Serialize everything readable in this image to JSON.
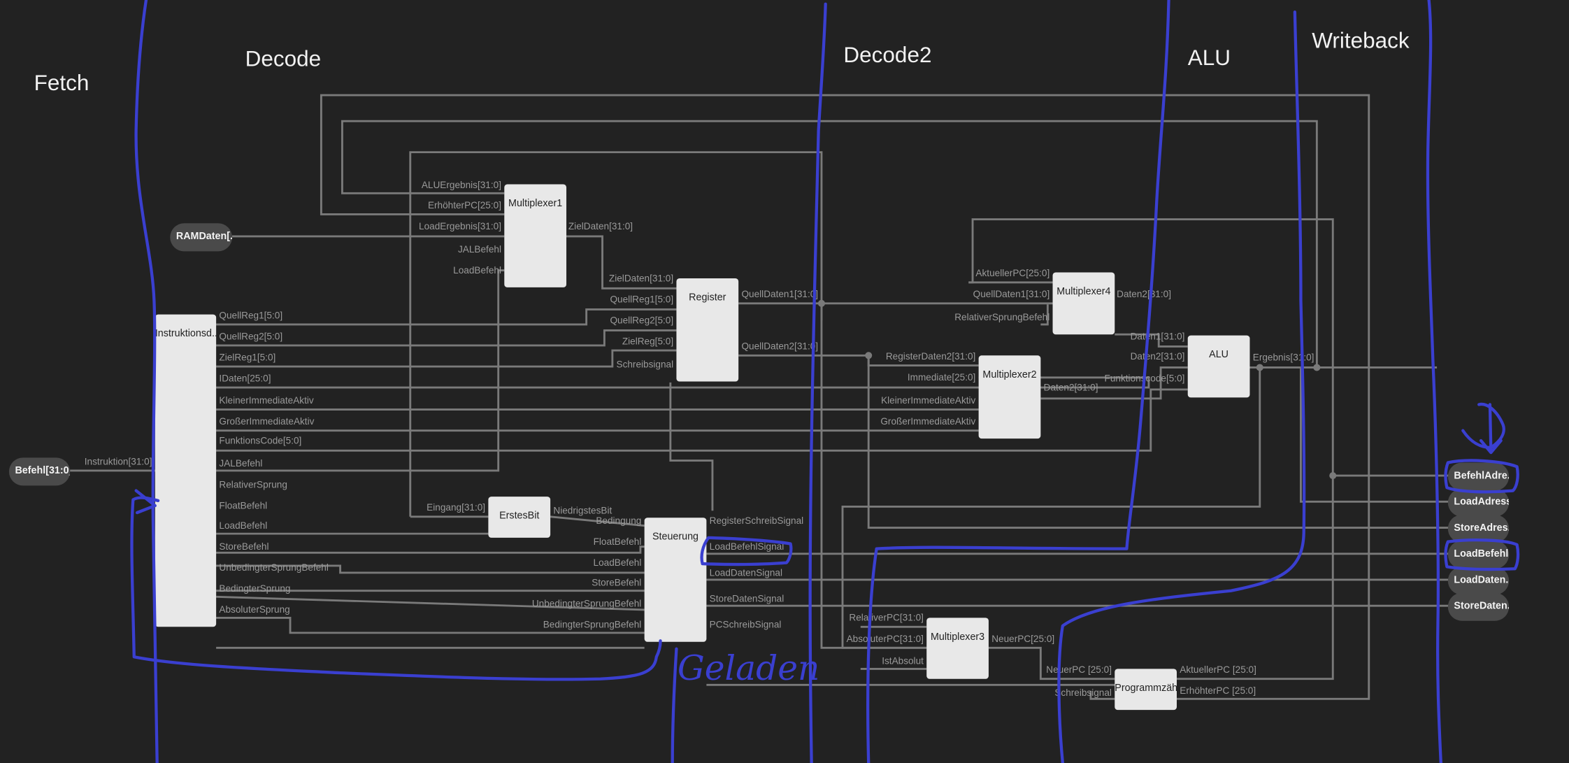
{
  "stages": {
    "fetch": "Fetch",
    "decode": "Decode",
    "decode2": "Decode2",
    "alu": "ALU",
    "writeback": "Writeback"
  },
  "pins": {
    "befehl": "Befehl[31:0]",
    "ramdaten": "RAMDaten[...",
    "befehladresse": "BefehlAdre...",
    "loadadresse": "LoadAdress...",
    "storeadresse": "StoreAdres...",
    "loadbefehl": "LoadBefehl...",
    "loaddaten": "LoadDaten...",
    "storedaten": "StoreDaten..."
  },
  "blocks": {
    "instruktion": {
      "title": "Instruktionsd...",
      "in_instruktion": "Instruktion[31:0]",
      "out": [
        "QuellReg1[5:0]",
        "QuellReg2[5:0]",
        "ZielReg1[5:0]",
        "IDaten[25:0]",
        "KleinerImmediateAktiv",
        "GroßerImmediateAktiv",
        "FunktionsCode[5:0]",
        "JALBefehl",
        "RelativerSprung",
        "FloatBefehl",
        "LoadBefehl",
        "StoreBefehl",
        "UnbedingterSprungBefehl",
        "BedingterSprung",
        "AbsoluterSprung"
      ]
    },
    "multiplexer1": {
      "title": "Multiplexer1",
      "in": [
        "ALUErgebnis[31:0]",
        "ErhöhterPC[25:0]",
        "LoadErgebnis[31:0]",
        "JALBefehl",
        "LoadBefehl"
      ],
      "out": "ZielDaten[31:0]"
    },
    "register": {
      "title": "Register",
      "in": [
        "ZielDaten[31:0]",
        "QuellReg1[5:0]",
        "QuellReg2[5:0]",
        "ZielReg[5:0]",
        "Schreibsignal"
      ],
      "out1": "QuellDaten1[31:0]",
      "out2": "QuellDaten2[31:0]"
    },
    "erstesbit": {
      "title": "ErstesBit",
      "in": "Eingang[31:0]",
      "out": "NiedrigstesBit"
    },
    "steuerung": {
      "title": "Steuerung",
      "in": [
        "Bedingung",
        "FloatBefehl",
        "LoadBefehl",
        "StoreBefehl",
        "UnbedingterSprungBefehl",
        "BedingterSprungBefehl"
      ],
      "out": [
        "RegisterSchreibSignal",
        "LoadBefehlSignal",
        "LoadDatenSignal",
        "StoreDatenSignal",
        "PCSchreibSignal"
      ]
    },
    "multiplexer4": {
      "title": "Multiplexer4",
      "in": [
        "AktuellerPC[25:0]",
        "QuellDaten1[31:0]",
        "RelativerSprungBefehl"
      ],
      "out": "Daten2[31:0]"
    },
    "multiplexer2": {
      "title": "Multiplexer2",
      "in": [
        "RegisterDaten2[31:0]",
        "Immediate[25:0]",
        "KleinerImmediateAktiv",
        "GroßerImmediateAktiv"
      ],
      "out": "Daten2[31:0]"
    },
    "alu": {
      "title": "ALU",
      "in": [
        "Daten1[31:0]",
        "Daten2[31:0]",
        "Funktionscode[5:0]"
      ],
      "out": "Ergebnis[31:0]"
    },
    "multiplexer3": {
      "title": "Multiplexer3",
      "in": [
        "RelativerPC[31:0]",
        "AbsoluterPC[31:0]",
        "IstAbsolut"
      ],
      "out": "NeuerPC[25:0]"
    },
    "programmzaehler": {
      "title": "Programmzäh...",
      "in": [
        "NeuerPC [25:0]",
        "Schreibsignal"
      ],
      "out": [
        "AktuellerPC [25:0]",
        "ErhöhterPC [25:0]"
      ]
    }
  },
  "annotation": "Geladen",
  "colors": {
    "background": "#222222",
    "wire": "#7a7a7a",
    "block": "#e8e8e8",
    "pin": "#4a4a4a",
    "ink": "#3a3fd0"
  }
}
